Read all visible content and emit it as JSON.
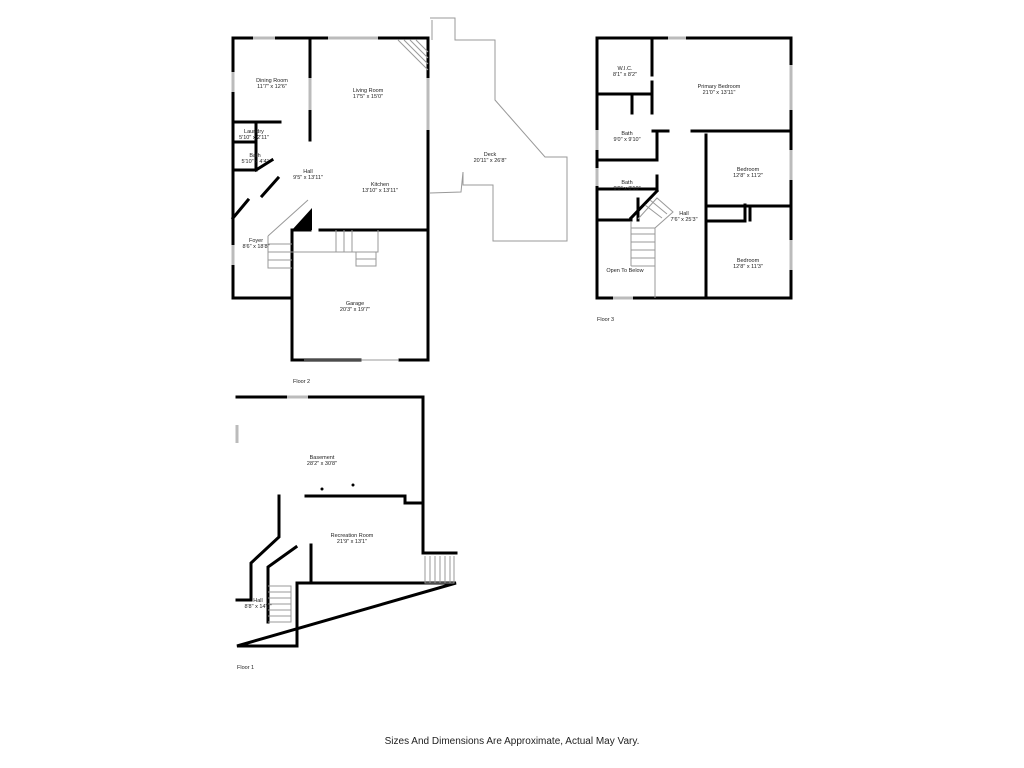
{
  "floors": {
    "floor2": {
      "label": "Floor 2",
      "rooms": [
        {
          "name": "Dining Room",
          "size": "11'7\" x 12'6\""
        },
        {
          "name": "Living Room",
          "size": "17'5\" x 15'0\""
        },
        {
          "name": "Laundry",
          "size": "5'10\" x 2'11\""
        },
        {
          "name": "Bath",
          "size": "5'10\" x 4'4\""
        },
        {
          "name": "Hall",
          "size": "9'5\" x 13'11\""
        },
        {
          "name": "Kitchen",
          "size": "13'10\" x 13'11\""
        },
        {
          "name": "Foyer",
          "size": "8'6\" x 18'8\""
        },
        {
          "name": "Garage",
          "size": "20'3\" x 19'7\""
        },
        {
          "name": "Deck",
          "size": "20'11\" x 26'8\""
        }
      ]
    },
    "floor3": {
      "label": "Floor 3",
      "rooms": [
        {
          "name": "W.I.C.",
          "size": "8'1\" x 8'2\""
        },
        {
          "name": "Primary Bedroom",
          "size": "21'0\" x 13'11\""
        },
        {
          "name": "Bath",
          "size": "9'0\" x 9'10\""
        },
        {
          "name": "Bath",
          "size": "9'0\" x 8'10\""
        },
        {
          "name": "Bedroom",
          "size": "12'8\" x 11'2\""
        },
        {
          "name": "Hall",
          "size": "7'6\" x 25'3\""
        },
        {
          "name": "Open To Below",
          "size": ""
        },
        {
          "name": "Bedroom",
          "size": "12'8\" x 11'3\""
        }
      ]
    },
    "floor1": {
      "label": "Floor 1",
      "rooms": [
        {
          "name": "Basement",
          "size": "28'2\" x 30'8\""
        },
        {
          "name": "Recreation Room",
          "size": "21'9\" x 13'1\""
        },
        {
          "name": "Hall",
          "size": "8'8\" x 14'1\""
        }
      ]
    }
  },
  "disclaimer": "Sizes And Dimensions Are Approximate, Actual May Vary."
}
